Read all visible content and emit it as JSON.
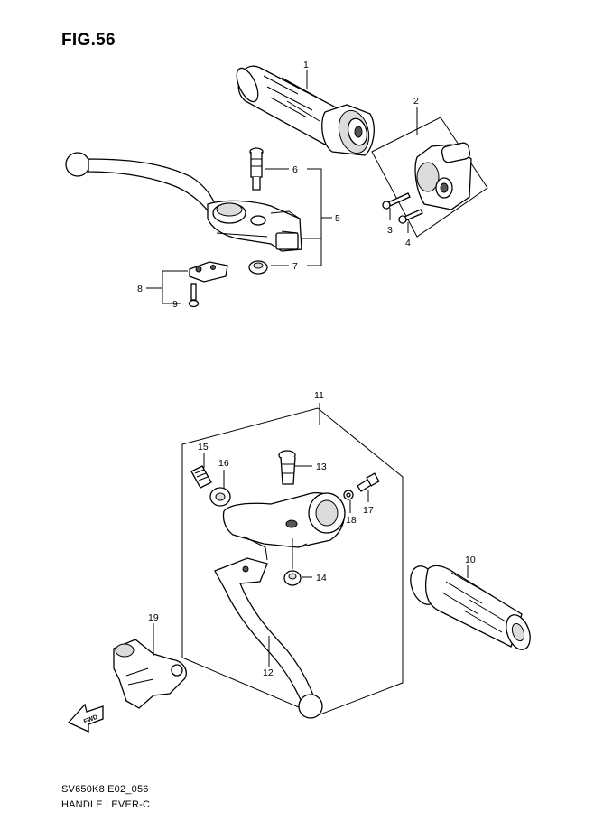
{
  "figure": {
    "title": "FIG.56"
  },
  "footer": {
    "code": "SV650K8 E02_056",
    "name": "HANDLE LEVER-C"
  },
  "callouts": [
    "1",
    "2",
    "3",
    "4",
    "5",
    "6",
    "7",
    "8",
    "9",
    "10",
    "11",
    "12",
    "13",
    "14",
    "15",
    "16",
    "17",
    "18",
    "19"
  ],
  "fwd_label": "FWD"
}
